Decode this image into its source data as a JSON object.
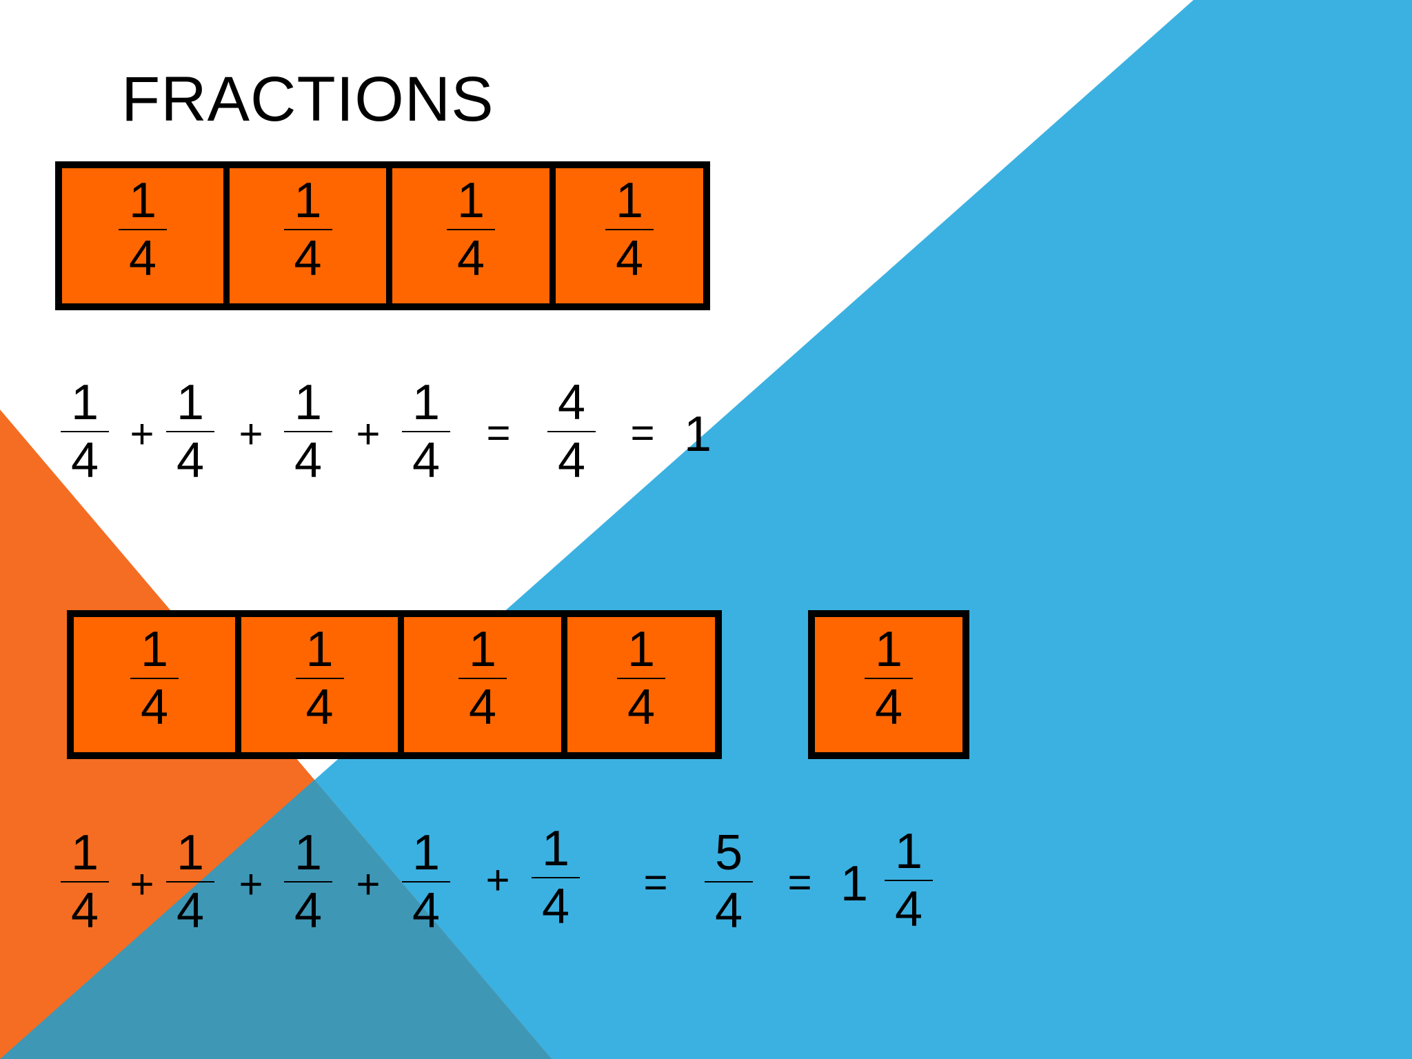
{
  "slide": {
    "title": "FRACTIONS",
    "colors": {
      "orange": "#f46d22",
      "blue": "#3bb1e1",
      "overlap": "#3f97b6",
      "box": "#ff6600"
    }
  },
  "strip1": {
    "cells": [
      {
        "num": "1",
        "den": "4"
      },
      {
        "num": "1",
        "den": "4"
      },
      {
        "num": "1",
        "den": "4"
      },
      {
        "num": "1",
        "den": "4"
      }
    ]
  },
  "eq1": {
    "terms": [
      {
        "num": "1",
        "den": "4"
      },
      {
        "num": "1",
        "den": "4"
      },
      {
        "num": "1",
        "den": "4"
      },
      {
        "num": "1",
        "den": "4"
      }
    ],
    "plus": "+",
    "equals": "=",
    "sum": {
      "num": "4",
      "den": "4"
    },
    "result": "1"
  },
  "strip2": {
    "cells": [
      {
        "num": "1",
        "den": "4"
      },
      {
        "num": "1",
        "den": "4"
      },
      {
        "num": "1",
        "den": "4"
      },
      {
        "num": "1",
        "den": "4"
      }
    ],
    "extra": {
      "num": "1",
      "den": "4"
    }
  },
  "eq2": {
    "terms": [
      {
        "num": "1",
        "den": "4"
      },
      {
        "num": "1",
        "den": "4"
      },
      {
        "num": "1",
        "den": "4"
      },
      {
        "num": "1",
        "den": "4"
      },
      {
        "num": "1",
        "den": "4"
      }
    ],
    "plus": "+",
    "equals": "=",
    "sum": {
      "num": "5",
      "den": "4"
    },
    "whole": "1",
    "remainder": {
      "num": "1",
      "den": "4"
    }
  }
}
